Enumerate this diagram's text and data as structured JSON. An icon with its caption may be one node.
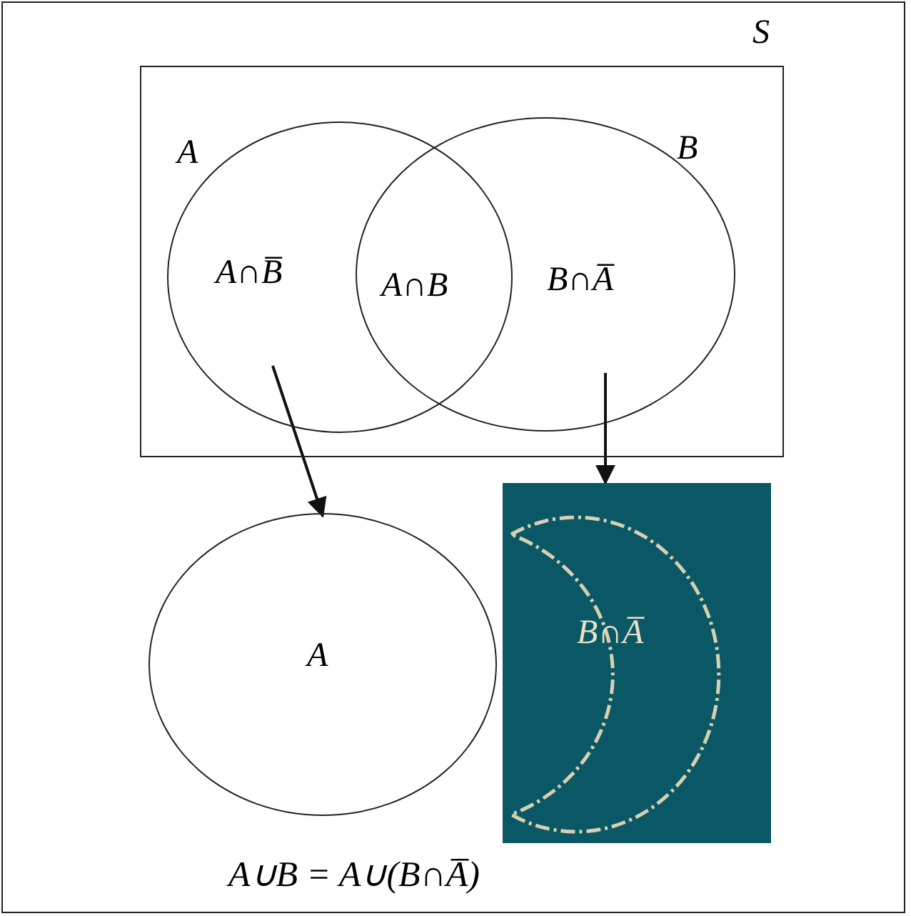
{
  "diagram": {
    "caption": "A∪B = A∪(B∩A̅)",
    "nodes": [
      {
        "text": [
          "S"
        ]
      },
      {
        "text": [],
        "shape": "box",
        "in": 0
      },
      {
        "text": [
          "A"
        ],
        "in": 1
      },
      {
        "text": [
          "B"
        ],
        "in": 1
      },
      {
        "text": [
          "A∩B̅"
        ],
        "in": 2
      },
      {
        "text": [
          "A∩B"
        ]
      },
      {
        "text": [
          "B∩A̅"
        ],
        "in": 3
      },
      {
        "text": [
          "A"
        ],
        "in": 0
      },
      {
        "text": [
          "B∩A̅"
        ],
        "in": 0
      }
    ],
    "edges": [
      {
        "from": 4,
        "to": 7,
        "arrow": "to"
      },
      {
        "from": 6,
        "to": 8,
        "arrow": "to"
      }
    ]
  }
}
